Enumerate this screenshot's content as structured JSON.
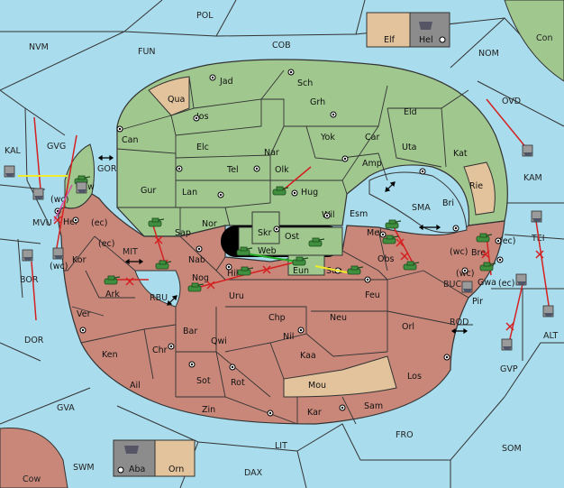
{
  "colors": {
    "sea": "#a9dcec",
    "green_land": "#9fc78e",
    "red_land": "#c9877a",
    "neutral_land": "#e2c39c",
    "unit_grey": "#8c8c8c",
    "order_red": "#d42020",
    "support_yellow": "#f1ec2a",
    "convoy_green": "#22aa22",
    "convoy_pink": "#d24fa0",
    "border": "#333333"
  },
  "legend": {
    "top": {
      "left_label": "Elf",
      "right_label": "Hel"
    },
    "bottom": {
      "left_label": "Aba",
      "right_label": "Orn"
    }
  },
  "sea_labels": [
    "POL",
    "NVM",
    "FUN",
    "COB",
    "NOM",
    "Con",
    "OVD",
    "KAL",
    "GVG",
    "KAM",
    "GOR",
    "MVU",
    "SMA",
    "TEI",
    "BOR",
    "MIT",
    "RBU",
    "BUC",
    "ALT",
    "DOR",
    "ROD",
    "GVP",
    "GVA",
    "FRO",
    "LIT",
    "SOM",
    "SWM",
    "DAX",
    "Cow"
  ],
  "green_provinces": [
    "Jad",
    "Sch",
    "Qua",
    "Grh",
    "Jos",
    "Eld",
    "Can",
    "Yok",
    "Car",
    "Elc",
    "Nar",
    "Uta",
    "Tel",
    "Olk",
    "Amp",
    "Kat",
    "Gur",
    "Hug",
    "Lan",
    "Rie",
    "Bri",
    "Esm",
    "Nor",
    "Wil",
    "Skr",
    "Ost",
    "Sap",
    "Mel",
    "Gaw",
    "Web"
  ],
  "red_provinces": [
    "Her",
    "Kor",
    "Nab",
    "Obs",
    "Nog",
    "Hil",
    "Eun",
    "Sun",
    "Bre",
    "Gwa",
    "Ark",
    "Uru",
    "Feu",
    "Pir",
    "Chp",
    "Neu",
    "Ver",
    "Bar",
    "Qwi",
    "Nil",
    "Orl",
    "Ken",
    "Chr",
    "Kaa",
    "Ail",
    "Sot",
    "Rot",
    "Mou",
    "Los",
    "Zin",
    "Kar",
    "Sam"
  ],
  "coast_tags": [
    "(wc)",
    "(ec)",
    "(ec)",
    "(wc)",
    "(wc)",
    "(ec)",
    "(wc)",
    "(ec)"
  ]
}
